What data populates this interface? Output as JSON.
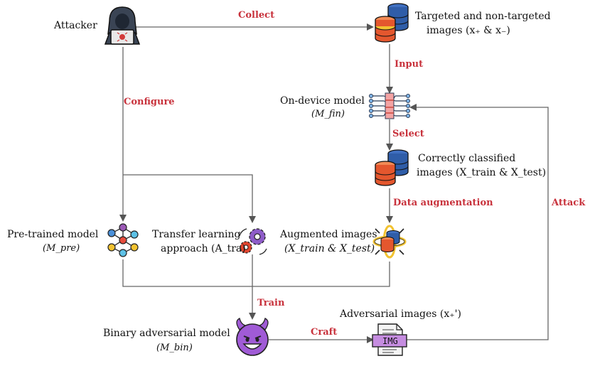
{
  "colors": {
    "edge_label": "#c8323c",
    "arrow": "#555555",
    "db_red": "#e4572e",
    "db_blue": "#2f5da8",
    "devil": "#a05bd6",
    "img_badge": "#c58ce0"
  },
  "nodes": {
    "attacker": {
      "label": "Attacker",
      "icon": "hacker-icon"
    },
    "images": {
      "line1": "Targeted and non-targeted",
      "line2": "images (x₊ & x₋)",
      "icon": "database-icon"
    },
    "on_device": {
      "line1": "On-device model",
      "line2": "(M_fin)",
      "icon": "neural-net-icon"
    },
    "correct": {
      "line1": "Correctly classified",
      "line2": "images (X_train & X_test)",
      "icon": "database-icon"
    },
    "pretrained": {
      "line1": "Pre-trained model",
      "line2": "(M_pre)",
      "icon": "network-graph-icon"
    },
    "transfer": {
      "line1": "Transfer learning",
      "line2": "approach (A_tra)",
      "icon": "gears-icon"
    },
    "augmented": {
      "line1": "Augmented images",
      "line2": "(X_train & X_test)",
      "icon": "augment-icon"
    },
    "binary": {
      "line1": "Binary adversarial model",
      "line2": "(M_bin)",
      "icon": "devil-icon"
    },
    "adversarial": {
      "line1": "Adversarial images (x₊')",
      "icon": "img-file-icon",
      "badge": "IMG"
    }
  },
  "edges": {
    "collect": "Collect",
    "input": "Input",
    "configure": "Configure",
    "select": "Select",
    "data_augmentation": "Data augmentation",
    "attack": "Attack",
    "train": "Train",
    "craft": "Craft"
  }
}
